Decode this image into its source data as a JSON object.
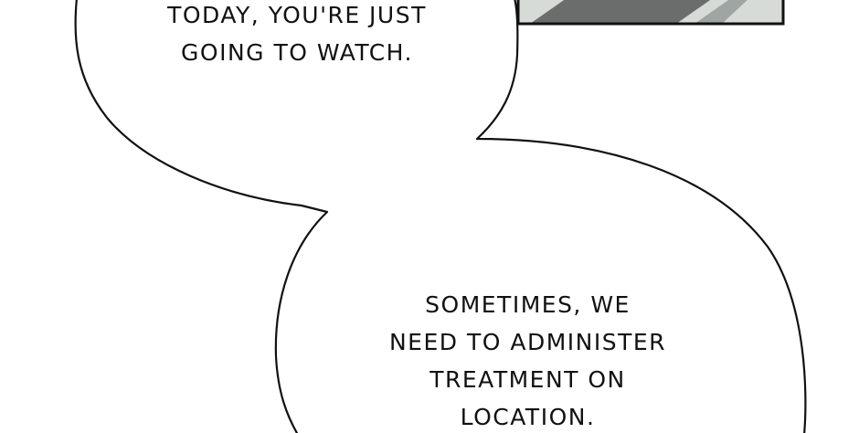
{
  "panel": {
    "artwork_fill": "#d6dbd8",
    "artwork_shade": "#6a6d6c"
  },
  "bubble_top": {
    "lines": [
      "TODAY, YOU'RE JUST",
      "GOING TO WATCH."
    ]
  },
  "bubble_bottom": {
    "lines": [
      "SOMETIMES, WE",
      "NEED TO ADMINISTER",
      "TREATMENT ON",
      "LOCATION."
    ]
  },
  "colors": {
    "outline": "#111111",
    "bubble_fill": "#ffffff"
  }
}
